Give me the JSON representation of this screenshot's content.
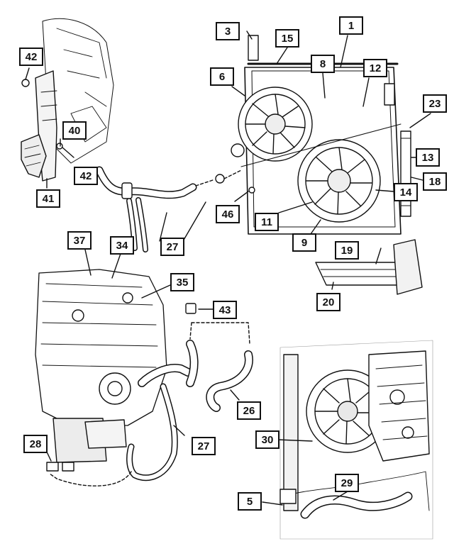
{
  "figure_type": "exploded parts diagram",
  "colors": {
    "ink": "#111111",
    "background": "#ffffff"
  },
  "callouts": {
    "c1": "1",
    "c3": "3",
    "c5": "5",
    "c6": "6",
    "c8": "8",
    "c9": "9",
    "c11": "11",
    "c12": "12",
    "c13": "13",
    "c14": "14",
    "c15": "15",
    "c18": "18",
    "c19": "19",
    "c20": "20",
    "c23": "23",
    "c26": "26",
    "c27a": "27",
    "c27b": "27",
    "c28": "28",
    "c29": "29",
    "c30": "30",
    "c34": "34",
    "c35": "35",
    "c37": "37",
    "c40": "40",
    "c41": "41",
    "c42a": "42",
    "c42b": "42",
    "c43": "43",
    "c46": "46"
  }
}
